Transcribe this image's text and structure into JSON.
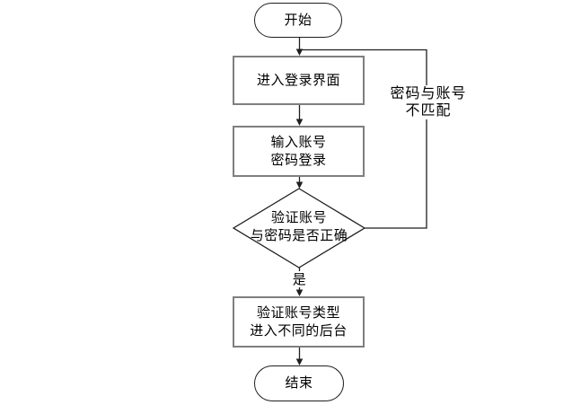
{
  "diagram": {
    "type": "flowchart",
    "title": "login-verification-flow"
  },
  "nodes": {
    "start": {
      "text": "开始"
    },
    "enter_login": {
      "text": "进入登录界面"
    },
    "input_login": {
      "line1": "输入账号",
      "line2": "密码登录"
    },
    "verify_credentials": {
      "line1": "验证账号",
      "line2": "与密码是否正确"
    },
    "verify_account_type": {
      "line1": "验证账号类型",
      "line2": "进入不同的后台"
    },
    "end": {
      "text": "结束"
    }
  },
  "edge_labels": {
    "yes": "是",
    "no_match_line1": "密码与账号",
    "no_match_line2": "不匹配"
  },
  "colors": {
    "line": "#1f1f1f",
    "box_border": "#7f7f7f",
    "canvas": "#ffffff",
    "text": "#000000"
  }
}
